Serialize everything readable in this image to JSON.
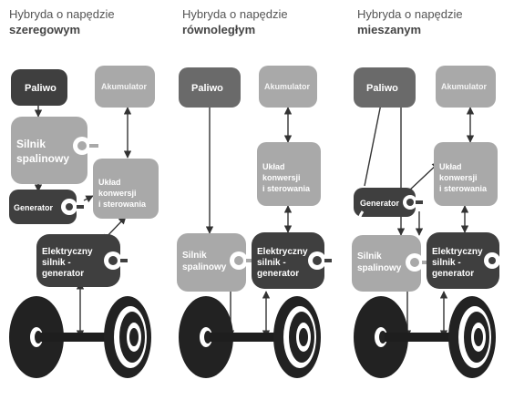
{
  "columns": [
    {
      "title_line1": "Hybryda o napędzie",
      "title_line2": "szeregowym",
      "labels": {
        "fuel": "Paliwo",
        "accumulator": "Akumulator",
        "engine_1": "Silnik",
        "engine_2": "spalinowy",
        "generator": "Generator",
        "control_1": "Układ",
        "control_2": "konwersji",
        "control_3": "i sterowania",
        "motor_1": "Elektryczny",
        "motor_2": "silnik -",
        "motor_3": "generator"
      }
    },
    {
      "title_line1": "Hybryda o napędzie",
      "title_line2": "równoległym",
      "labels": {
        "fuel": "Paliwo",
        "accumulator": "Akumulator",
        "control_1": "Układ",
        "control_2": "konwersji",
        "control_3": "i sterowania",
        "engine_1": "Silnik",
        "engine_2": "spalinowy",
        "motor_1": "Elektryczny",
        "motor_2": "silnik -",
        "motor_3": "generator"
      }
    },
    {
      "title_line1": "Hybryda o napędzie",
      "title_line2": "mieszanym",
      "labels": {
        "fuel": "Paliwo",
        "accumulator": "Akumulator",
        "control_1": "Układ",
        "control_2": "konwersji",
        "control_3": "i sterowania",
        "generator": "Generator",
        "engine_1": "Silnik",
        "engine_2": "spalinowy",
        "motor_1": "Elektryczny",
        "motor_2": "silnik -",
        "motor_3": "generator"
      }
    }
  ],
  "colors": {
    "dark_block": "#3f3f3f",
    "medium_block": "#6a6a6a",
    "light_block": "#a9a9a9",
    "wheel": "#222222",
    "axle": "#1e1e1e",
    "arrow": "#333333",
    "title": "#555555"
  }
}
